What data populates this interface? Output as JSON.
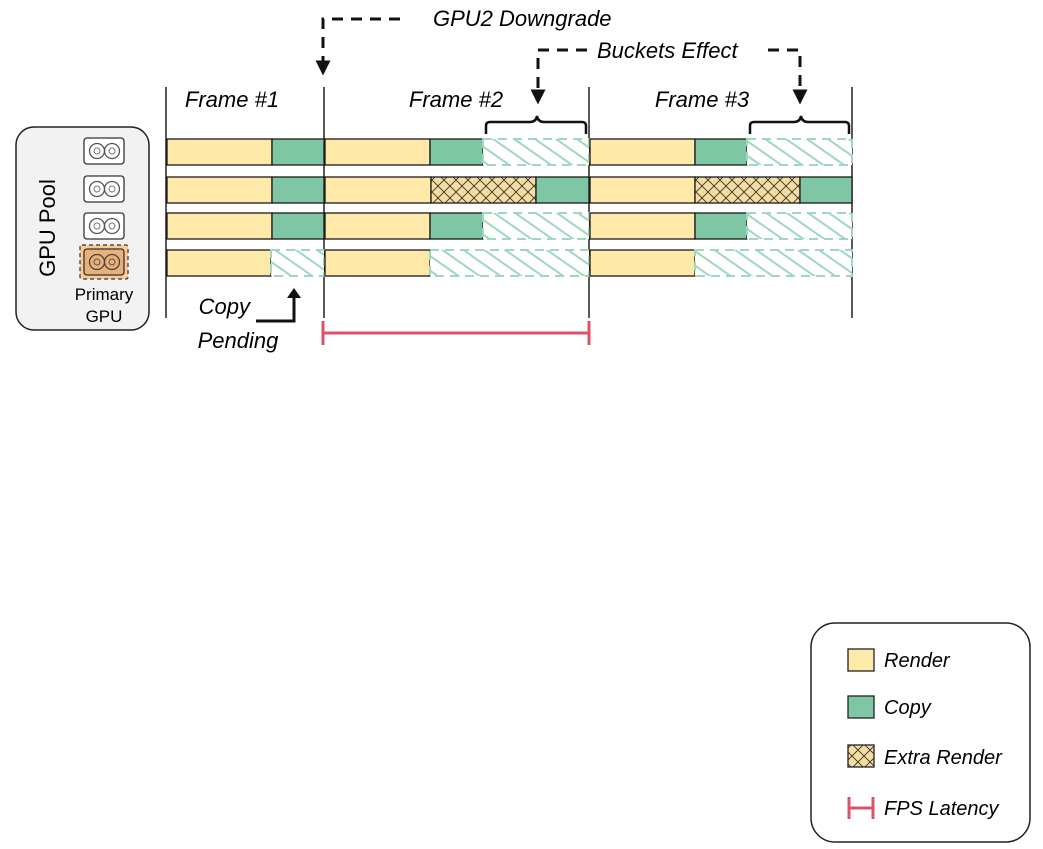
{
  "pool": {
    "title": "GPU Pool",
    "primary_line1": "Primary",
    "primary_line2": "GPU"
  },
  "frames": [
    "Frame #1",
    "Frame #2",
    "Frame #3"
  ],
  "annotations": {
    "downgrade": "GPU2 Downgrade",
    "buckets": "Buckets Effect",
    "copy_pending_line1": "Copy",
    "copy_pending_line2": "Pending"
  },
  "legend": [
    {
      "key": "render",
      "label": "Render"
    },
    {
      "key": "copy",
      "label": "Copy"
    },
    {
      "key": "extra",
      "label": "Extra Render"
    },
    {
      "key": "latency",
      "label": "FPS Latency"
    }
  ],
  "colors": {
    "render": "#FFE9A8",
    "copy": "#7FC7A4",
    "extra": "#F5DDA0",
    "idle_hatch": "#9FD8BE",
    "latency": "#D9536B",
    "outline": "#1a1a1a"
  },
  "icons": [
    "gpu-card-icon",
    "gpu-card-icon",
    "gpu-card-icon",
    "primary-gpu-card-icon",
    "up-arrow-icon",
    "down-arrow-icon"
  ]
}
